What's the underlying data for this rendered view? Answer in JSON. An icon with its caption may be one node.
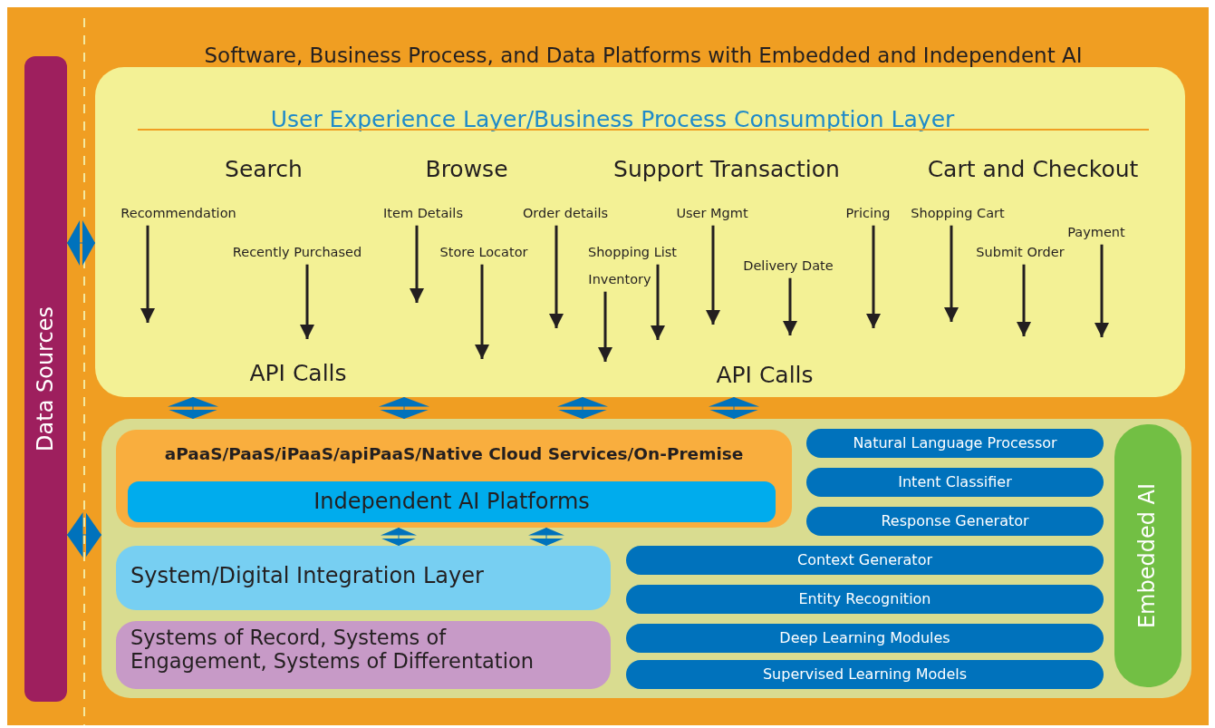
{
  "diagram": {
    "nodes": [
      {
        "text": [
          "Software, Business Process, and Data Platforms with Embedded and Independent AI"
        ]
      },
      {
        "text": [
          "Data Sources"
        ],
        "in": 0
      },
      {
        "text": [
          "User Experience Layer/Business Process Consumption Layer"
        ],
        "in": 0
      },
      {
        "text": [
          "Recommendation"
        ],
        "in": 2
      },
      {
        "text": [
          "Recently Purchased"
        ],
        "in": 2
      },
      {
        "text": [
          "Item Details"
        ],
        "in": 2
      },
      {
        "text": [
          "Store Locator"
        ],
        "in": 2
      },
      {
        "text": [
          "Order details"
        ],
        "in": 2
      },
      {
        "text": [
          "Inventory"
        ],
        "in": 2
      },
      {
        "text": [
          "Shopping List"
        ],
        "in": 2
      },
      {
        "text": [
          "User Mgmt"
        ],
        "in": 2
      },
      {
        "text": [
          "Delivery Date"
        ],
        "in": 2
      },
      {
        "text": [
          "Pricing"
        ],
        "in": 2
      },
      {
        "text": [
          "Shopping Cart"
        ],
        "in": 2
      },
      {
        "text": [
          "Submit Order"
        ],
        "in": 2
      },
      {
        "text": [
          "Payment"
        ],
        "in": 2
      },
      {
        "text": [],
        "shape": "box",
        "in": 0
      },
      {
        "text": [
          "aPaaS/PaaS/iPaaS/apiPaaS/Native Cloud Services/On-Premise"
        ],
        "in": 16
      },
      {
        "text": [
          "Independent AI Platforms"
        ],
        "in": 17
      },
      {
        "text": [
          "Natural Language Processor"
        ],
        "in": 16
      },
      {
        "text": [
          "Intent Classifier"
        ],
        "in": 16
      },
      {
        "text": [
          "Response Generator"
        ],
        "in": 16
      },
      {
        "text": [
          "Embedded AI"
        ],
        "in": 16
      },
      {
        "text": [
          "System/Digital Integration Layer"
        ],
        "in": 16
      },
      {
        "text": [
          "Context Generator"
        ],
        "in": 16
      },
      {
        "text": [
          "Entity Recognition"
        ],
        "in": 16
      },
      {
        "text": [
          "Systems of Record, Systems of Engagement, Systems of Differentation"
        ],
        "in": 16
      },
      {
        "text": [
          "Deep Learning Modules"
        ],
        "in": 16
      },
      {
        "text": [
          "Supervised Learning Models"
        ],
        "in": 16
      }
    ],
    "edges": [
      {
        "from": 3,
        "to": null,
        "arrow": "to"
      },
      {
        "from": 4,
        "to": null,
        "arrow": "to"
      },
      {
        "from": 5,
        "to": null,
        "arrow": "to"
      },
      {
        "from": 6,
        "to": null,
        "arrow": "to"
      },
      {
        "from": 7,
        "to": null,
        "arrow": "to"
      },
      {
        "from": 8,
        "to": null,
        "arrow": "to"
      },
      {
        "from": 9,
        "to": null,
        "arrow": "to"
      },
      {
        "from": 10,
        "to": null,
        "arrow": "to"
      },
      {
        "from": 11,
        "to": null,
        "arrow": "to"
      },
      {
        "from": 12,
        "to": null,
        "arrow": "to"
      },
      {
        "from": 13,
        "to": null,
        "arrow": "to"
      },
      {
        "from": 14,
        "to": null,
        "arrow": "to"
      },
      {
        "from": 15,
        "to": null,
        "arrow": "to"
      },
      {
        "from": 1,
        "to": 2,
        "arrow": "both",
        "color": "#0072bc"
      },
      {
        "from": 1,
        "to": 16,
        "arrow": "both",
        "color": "#0072bc"
      },
      {
        "from": 2,
        "to": 16,
        "arrow": "both",
        "color": "#0072bc"
      },
      {
        "from": 2,
        "to": 16,
        "arrow": "both",
        "color": "#0072bc"
      },
      {
        "from": 2,
        "to": 16,
        "arrow": "both",
        "color": "#0072bc"
      },
      {
        "from": 2,
        "to": 16,
        "arrow": "both",
        "color": "#0072bc"
      },
      {
        "from": 17,
        "to": 23,
        "arrow": "both",
        "color": "#0072bc"
      },
      {
        "from": 17,
        "to": 23,
        "arrow": "both",
        "color": "#0072bc"
      }
    ],
    "labels": [
      "Search",
      "Browse",
      "Support Transaction",
      "Cart and Checkout",
      "API Calls",
      "API Calls"
    ]
  }
}
